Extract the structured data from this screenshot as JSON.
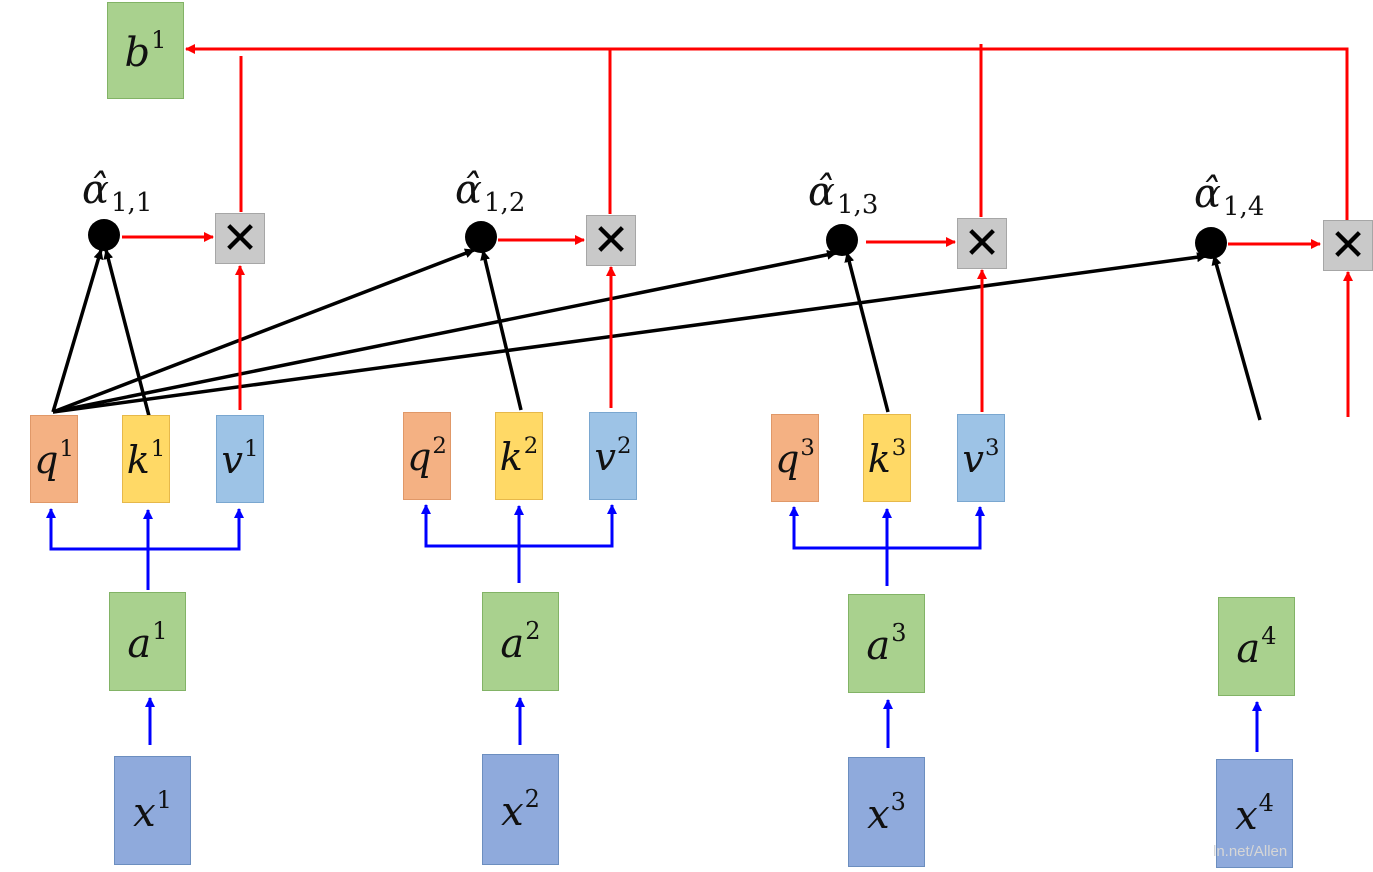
{
  "output": {
    "base": "b",
    "sup": "1"
  },
  "inputs": [
    {
      "x": {
        "base": "x",
        "sup": "1"
      },
      "a": {
        "base": "a",
        "sup": "1"
      },
      "q": {
        "base": "q",
        "sup": "1"
      },
      "k": {
        "base": "k",
        "sup": "1"
      },
      "v": {
        "base": "v",
        "sup": "1"
      }
    },
    {
      "x": {
        "base": "x",
        "sup": "2"
      },
      "a": {
        "base": "a",
        "sup": "2"
      },
      "q": {
        "base": "q",
        "sup": "2"
      },
      "k": {
        "base": "k",
        "sup": "2"
      },
      "v": {
        "base": "v",
        "sup": "2"
      }
    },
    {
      "x": {
        "base": "x",
        "sup": "3"
      },
      "a": {
        "base": "a",
        "sup": "3"
      },
      "q": {
        "base": "q",
        "sup": "3"
      },
      "k": {
        "base": "k",
        "sup": "3"
      },
      "v": {
        "base": "v",
        "sup": "3"
      }
    },
    {
      "x": {
        "base": "x",
        "sup": "4"
      },
      "a": {
        "base": "a",
        "sup": "4"
      }
    }
  ],
  "attention_weights": [
    {
      "symbol": "α̂",
      "sub": "1,1"
    },
    {
      "symbol": "α̂",
      "sub": "1,2"
    },
    {
      "symbol": "α̂",
      "sub": "1,3"
    },
    {
      "symbol": "α̂",
      "sub": "1,4"
    }
  ],
  "multiply_symbol": "✕",
  "watermark": "ln.net/Allen",
  "colors": {
    "red": "#ff0000",
    "blue": "#0000ff",
    "black": "#000000"
  }
}
